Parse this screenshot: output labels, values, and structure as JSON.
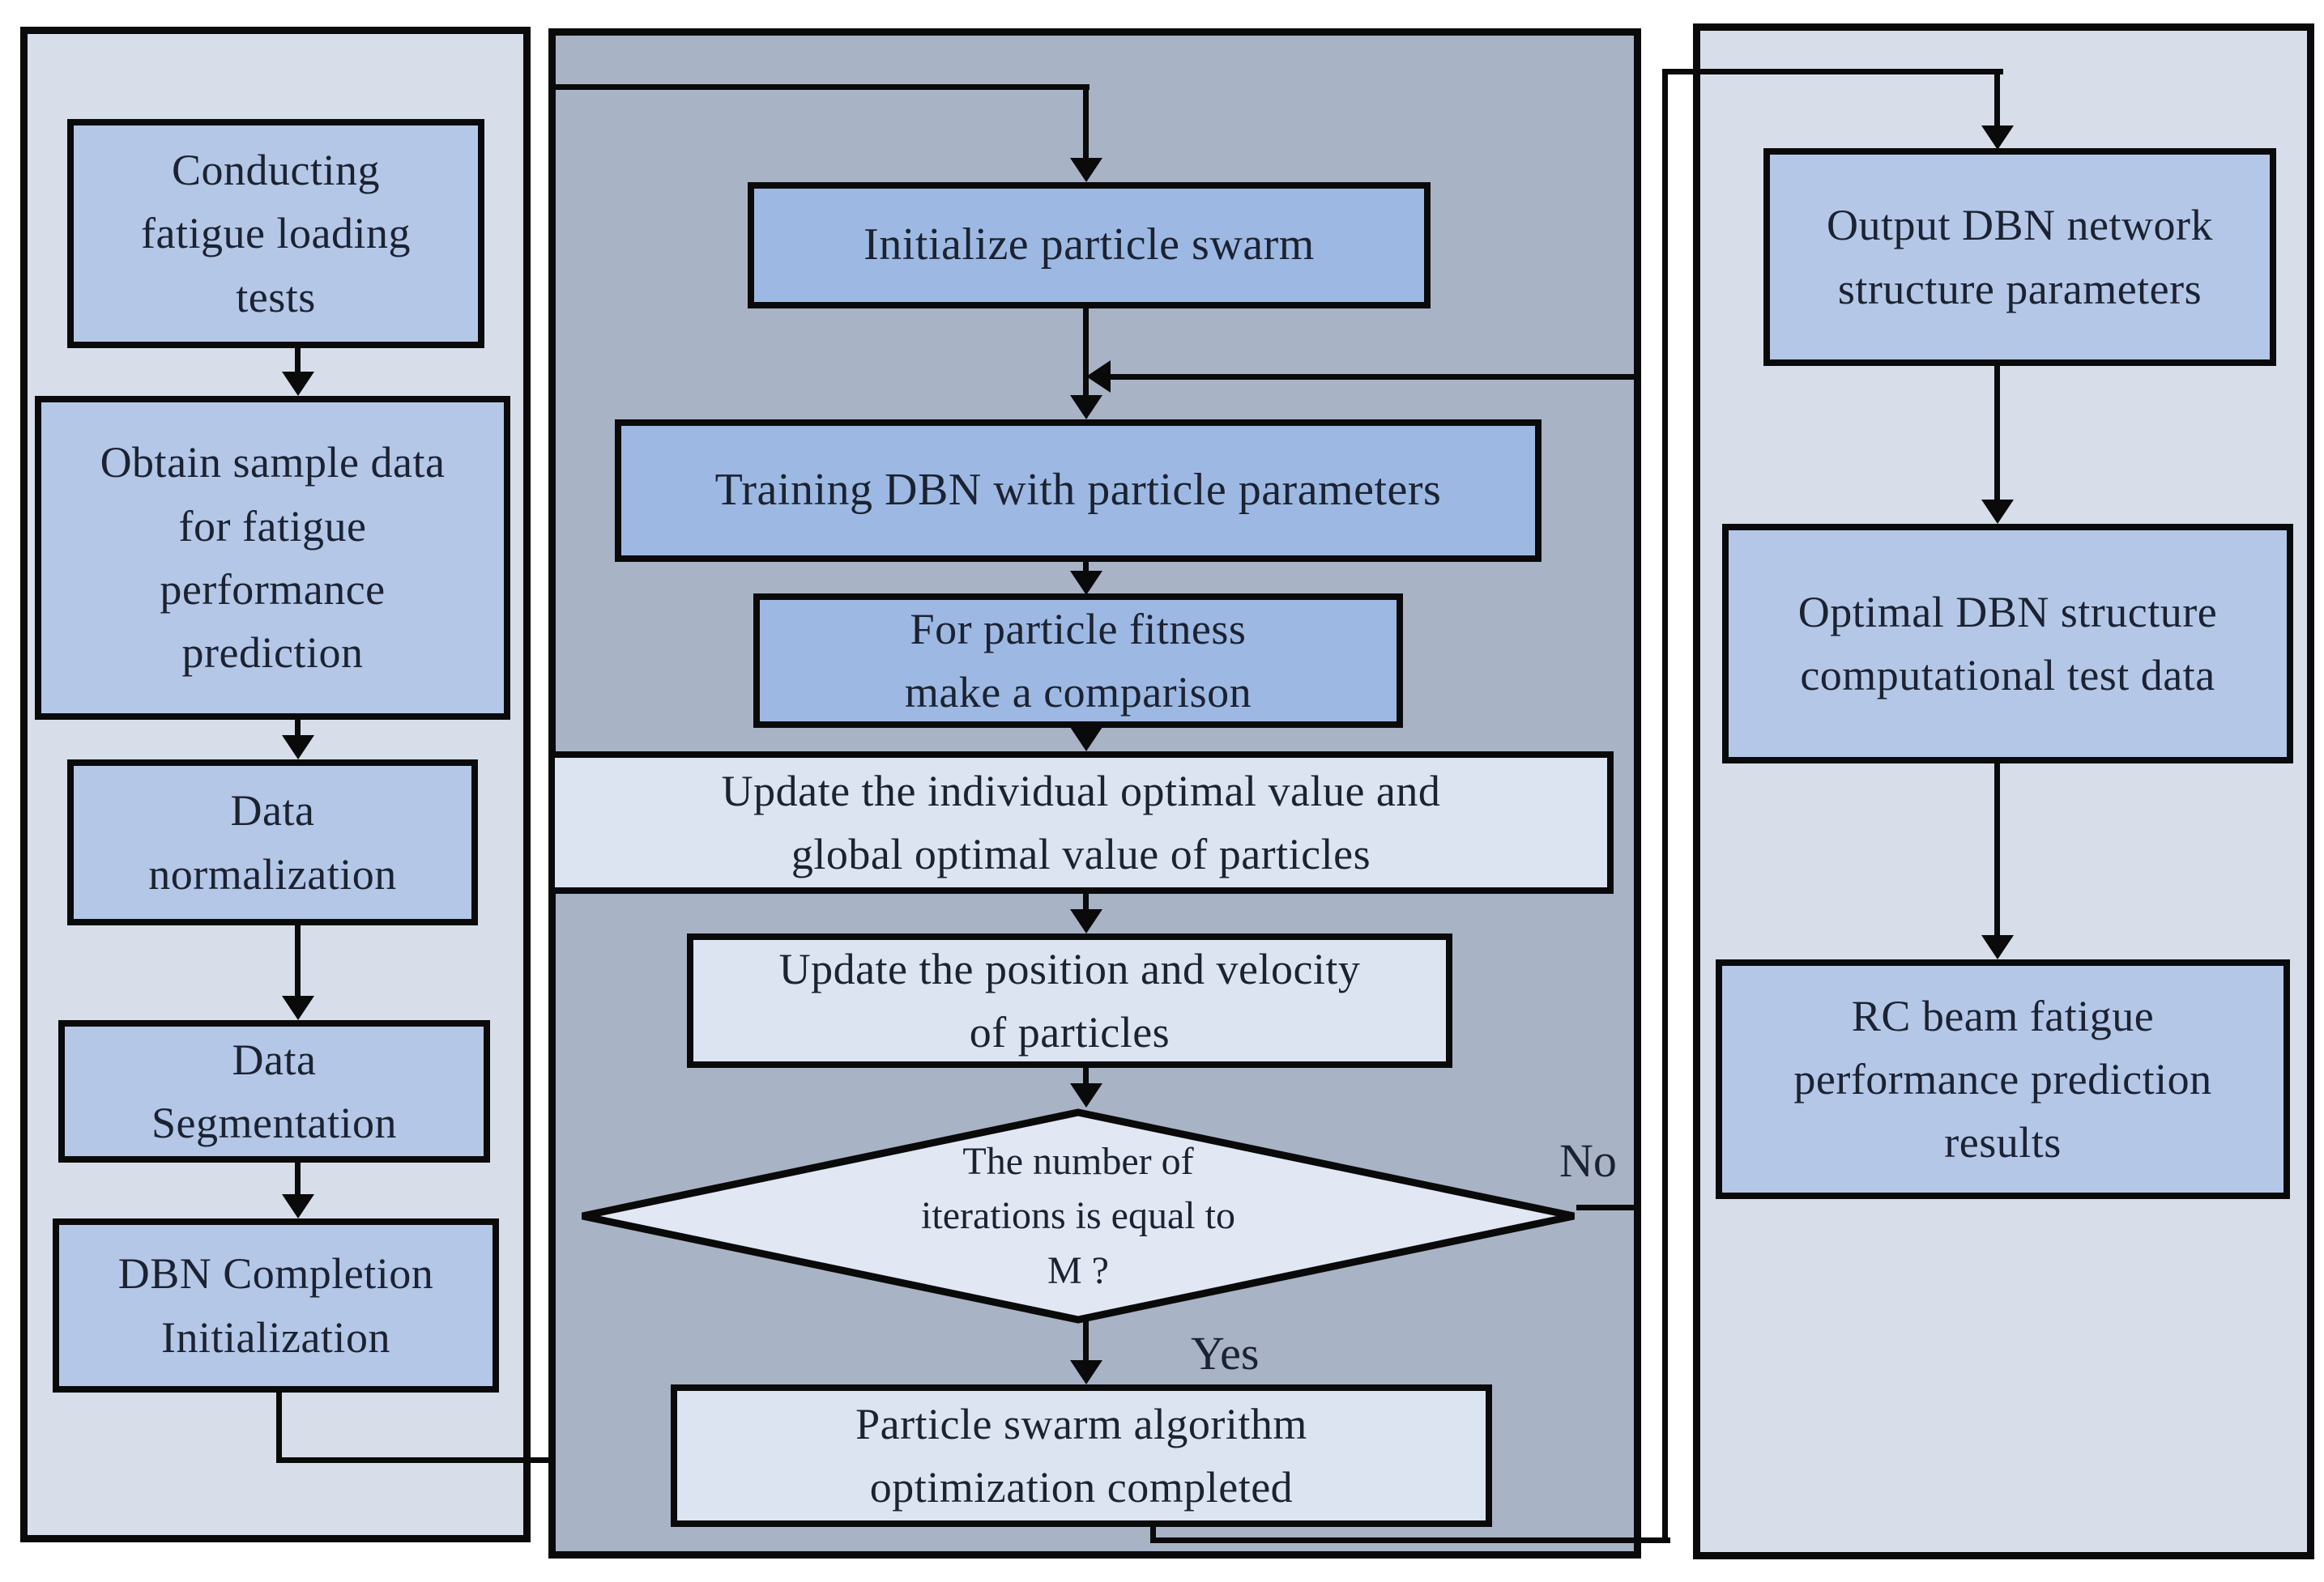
{
  "colors": {
    "panel_left_bg": "#d7dee9",
    "panel_middle_bg": "#a9b3c6",
    "panel_right_bg": "#d7dee9",
    "box_blue_light": "#b4c7e7",
    "box_blue_medium": "#9db9e3",
    "box_pale": "#dce4f1",
    "diamond_fill": "#e1e8f4",
    "line_color": "#0a0a0a",
    "text_color": "#1b2231"
  },
  "left_panel": {
    "boxes": [
      {
        "label": "Conducting\nfatigue loading\ntests"
      },
      {
        "label": "Obtain sample data\nfor fatigue\nperformance\nprediction"
      },
      {
        "label": "Data\nnormalization"
      },
      {
        "label": "Data\nSegmentation"
      },
      {
        "label": "DBN Completion\nInitialization"
      }
    ]
  },
  "middle_panel": {
    "boxes": [
      {
        "label": "Initialize particle swarm"
      },
      {
        "label": "Training DBN with particle parameters"
      },
      {
        "label": "For particle fitness\nmake a comparison"
      },
      {
        "label": "Update the individual optimal value and\nglobal optimal value of particles"
      },
      {
        "label": "Update the position and velocity\nof particles"
      },
      {
        "label": "Particle swarm algorithm\noptimization completed"
      }
    ],
    "diamond": {
      "label": "The number of\niterations is equal to\nM ?"
    },
    "branch_labels": {
      "yes": "Yes",
      "no": "No"
    }
  },
  "right_panel": {
    "boxes": [
      {
        "label": "Output DBN network\nstructure parameters"
      },
      {
        "label": "Optimal DBN structure\ncomputational test data"
      },
      {
        "label": "RC beam fatigue\nperformance prediction\nresults"
      }
    ]
  }
}
